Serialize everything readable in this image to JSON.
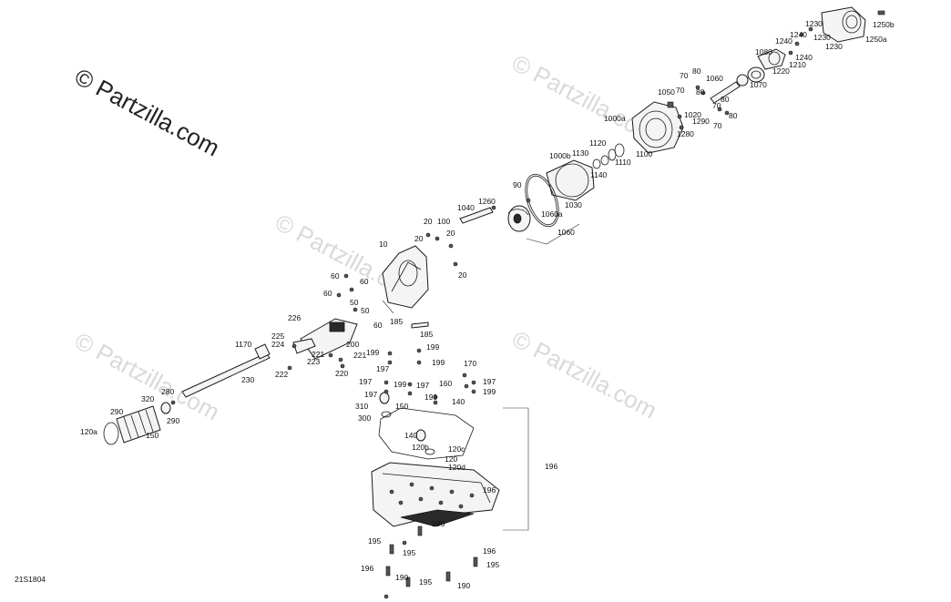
{
  "watermarks": {
    "main": "© Partzilla.com",
    "faint": [
      "© Partzilla.com",
      "© Partzilla.com",
      "© Partzilla.com",
      "© Partzilla.com"
    ]
  },
  "diagram_code": "21S1804",
  "callouts": [
    "1250b",
    "1230",
    "1250a",
    "1240",
    "1230",
    "1230",
    "1080",
    "1240",
    "1210",
    "1240",
    "70",
    "80",
    "1060",
    "1220",
    "1070",
    "1050",
    "70",
    "80",
    "80",
    "70",
    "80",
    "1020",
    "1290",
    "1000a",
    "70",
    "1280",
    "1120",
    "1130",
    "1100",
    "1110",
    "1000b",
    "1140",
    "90",
    "1030",
    "1060a",
    "1060",
    "1260",
    "1040",
    "20",
    "100",
    "20",
    "20",
    "10",
    "20",
    "60",
    "60",
    "60",
    "50",
    "50",
    "185",
    "60",
    "185",
    "226",
    "225",
    "224",
    "200",
    "1170",
    "221",
    "221",
    "223",
    "199",
    "197",
    "222",
    "220",
    "230",
    "170",
    "199",
    "199",
    "197",
    "199",
    "197",
    "160",
    "197",
    "199",
    "197",
    "199",
    "150",
    "140",
    "310",
    "300",
    "280",
    "320",
    "290",
    "290",
    "150",
    "120a",
    "140",
    "120c",
    "120b",
    "120",
    "120d",
    "196",
    "196",
    "196",
    "195",
    "196",
    "195",
    "196",
    "195",
    "195",
    "190",
    "190"
  ]
}
